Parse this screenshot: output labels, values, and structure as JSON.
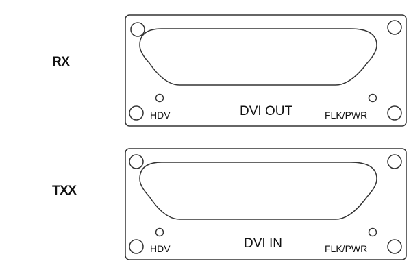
{
  "labels": {
    "rx": "RX",
    "txx": "TXX"
  },
  "panels": [
    {
      "id": "rx",
      "connector_label": "DVI OUT",
      "left_led_label": "HDV",
      "right_led_label": "FLK/PWR"
    },
    {
      "id": "txx",
      "connector_label": "DVI IN",
      "left_led_label": "HDV",
      "right_led_label": "FLK/PWR"
    }
  ],
  "colors": {
    "line": "#333333",
    "text": "#111111",
    "background": "#ffffff"
  }
}
